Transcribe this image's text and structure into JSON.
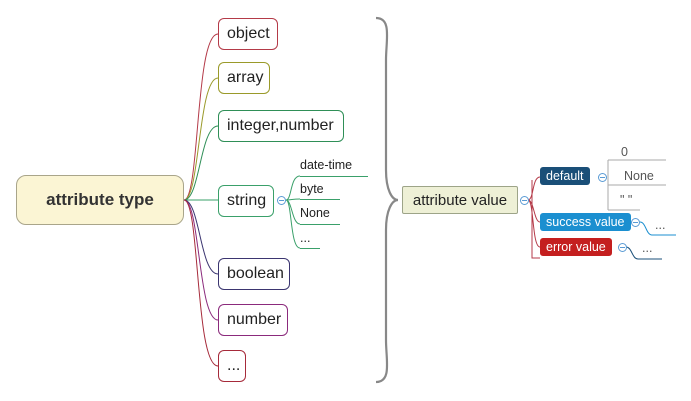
{
  "root": {
    "label": "attribute type"
  },
  "types": [
    {
      "label": "object",
      "color": "#b43a48"
    },
    {
      "label": "array",
      "color": "#9a9a2a"
    },
    {
      "label": "integer,number",
      "color": "#2f8f57"
    },
    {
      "label": "string",
      "color": "#3aa06a"
    },
    {
      "label": "boolean",
      "color": "#3b3570"
    },
    {
      "label": "number",
      "color": "#8b2a7c"
    },
    {
      "label": "...",
      "color": "#a62a3a"
    }
  ],
  "string_children": [
    "date-time",
    "byte",
    "None",
    "..."
  ],
  "attribute_value": {
    "label": "attribute value"
  },
  "values": {
    "default": {
      "label": "default",
      "color": "#1a4f78",
      "children": [
        "0",
        "None",
        "\" \""
      ]
    },
    "success": {
      "label": "success value",
      "color": "#1b8fd0",
      "children": [
        "..."
      ]
    },
    "error": {
      "label": "error value",
      "color": "#c41f1f",
      "children": [
        "..."
      ]
    }
  }
}
